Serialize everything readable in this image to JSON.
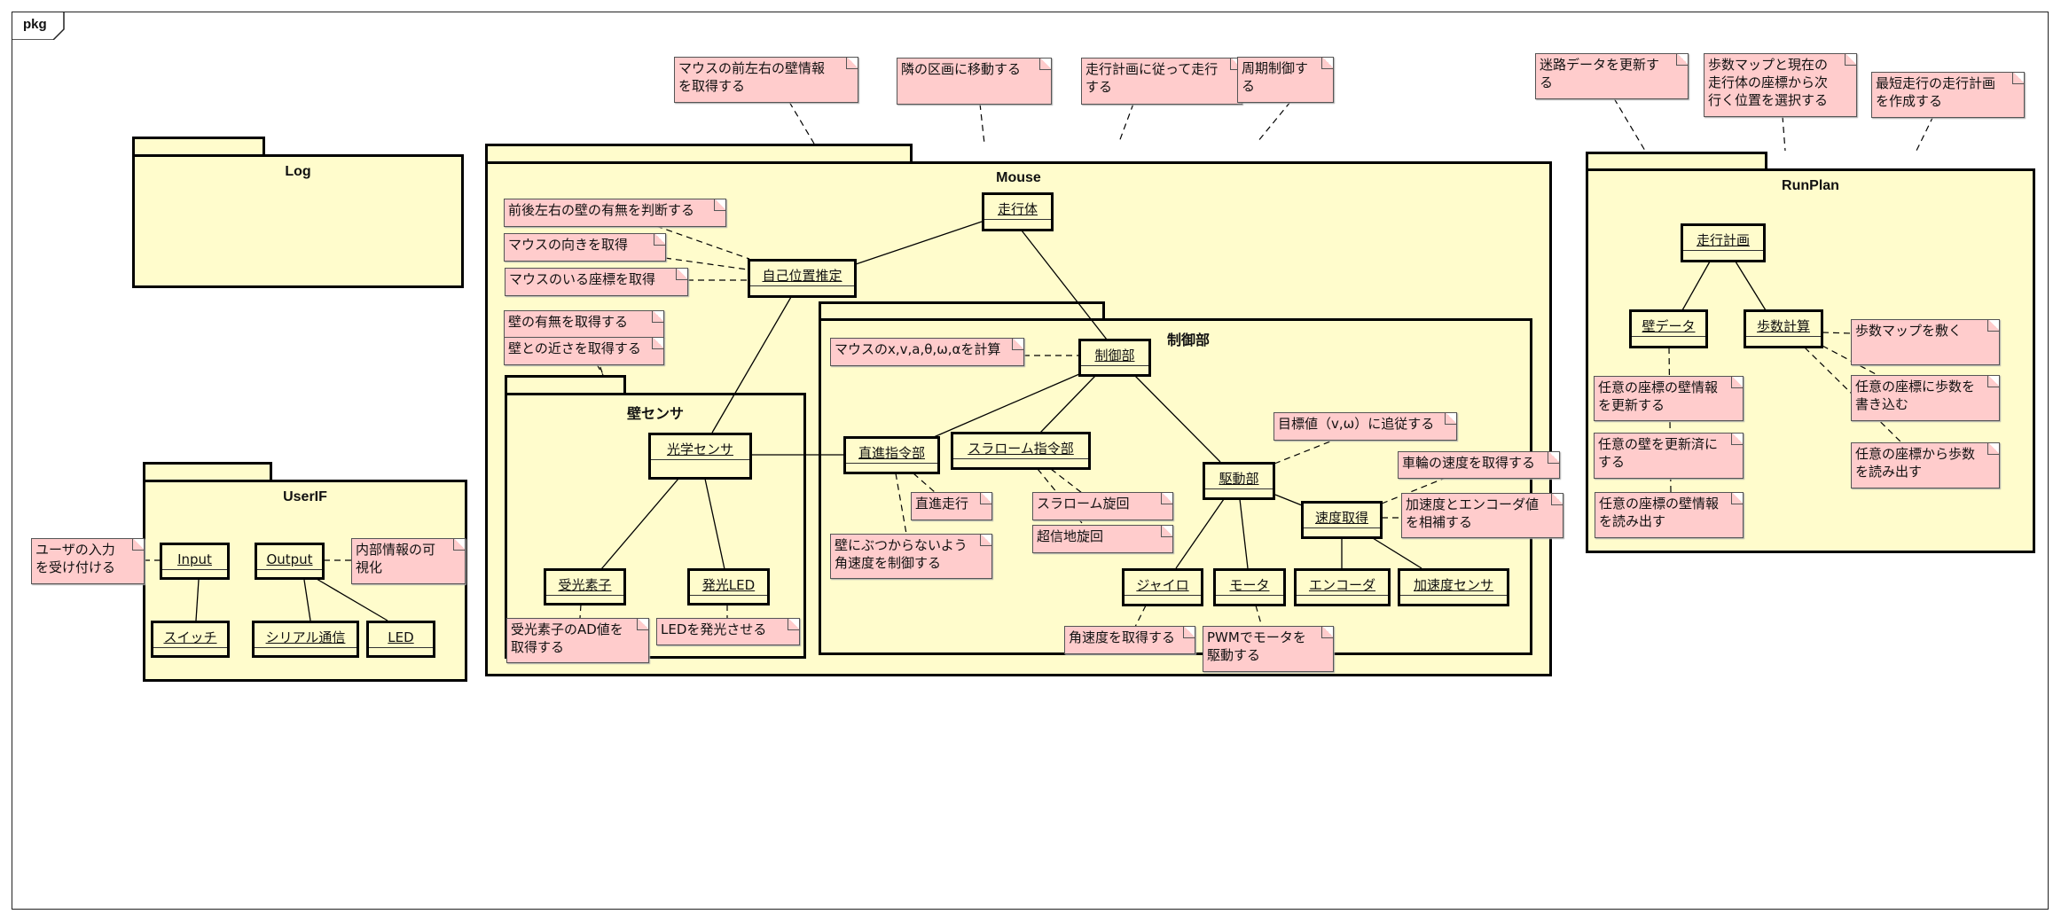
{
  "diagram": {
    "frame_label": "pkg",
    "packages": {
      "log": "Log",
      "userif": "UserIF",
      "mouse": "Mouse",
      "wall_sensor": "壁センサ",
      "control": "制御部",
      "runplan": "RunPlan"
    },
    "classes": {
      "input": "Input",
      "output": "Output",
      "switch": "スイッチ",
      "serial": "シリアル通信",
      "led": "LED",
      "vehicle": "走行体",
      "self_position": "自己位置推定",
      "optical_sensor": "光学センサ",
      "photo_receiver": "受光素子",
      "emitting_led": "発光LED",
      "controller": "制御部",
      "straight_cmd": "直進指令部",
      "slalom_cmd": "スラローム指令部",
      "drive": "駆動部",
      "speed_get": "速度取得",
      "gyro": "ジャイロ",
      "motor": "モータ",
      "encoder": "エンコーダ",
      "accel_sensor": "加速度センサ",
      "run_plan": "走行計画",
      "wall_data": "壁データ",
      "step_calc": "歩数計算"
    },
    "notes": {
      "accept_input": "ユーザの入力\nを受け付ける",
      "visualize": "内部情報の可\n視化",
      "get_wall_info": "マウスの前左右の壁情報\nを取得する",
      "move_next": "隣の区画に移動する",
      "follow_plan": "走行計画に従って走行\nする",
      "periodic": "周期制御する",
      "judge_walls": "前後左右の壁の有無を判断する",
      "get_heading": "マウスの向きを取得",
      "get_coord": "マウスのいる座標を取得",
      "wall_presence": "壁の有無を取得する",
      "wall_distance": "壁との近さを取得する",
      "ad_value": "受光素子のAD値を\n取得する",
      "led_emit": "LEDを発光させる",
      "calc_state": "マウスのx,v,a,θ,ω,αを計算",
      "straight_run": "直進走行",
      "avoid_wall": "壁にぶつからないよう\n角速度を制御する",
      "slalom_turn": "スラローム旋回",
      "pivot_turn": "超信地旋回",
      "follow_target": "目標値（v,ω）に追従する",
      "wheel_speed": "車輪の速度を取得する",
      "complement": "加速度とエンコーダ値\nを相補する",
      "angular_velocity": "角速度を取得する",
      "pwm_drive": "PWMでモータを\n駆動する",
      "update_maze": "迷路データを更新す\nる",
      "select_next": "歩数マップと現在の\n走行体の座標から次\n行く位置を選択する",
      "shortest_plan": "最短走行の走行計画\nを作成する",
      "update_wall": "任意の座標の壁情報\nを更新する",
      "mark_updated": "任意の壁を更新済に\nする",
      "read_wall": "任意の座標の壁情報\nを読み出す",
      "lay_map": "歩数マップを敷く",
      "write_steps": "任意の座標に歩数を\n書き込む",
      "read_steps": "任意の座標から歩数\nを読み出す"
    },
    "colors": {
      "package_fill": "#fffccc",
      "note_fill": "#ffcccc",
      "line": "#000000"
    }
  }
}
